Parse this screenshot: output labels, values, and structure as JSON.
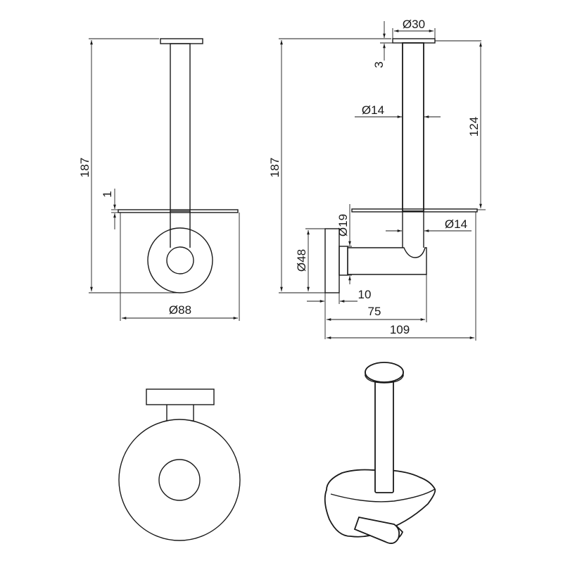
{
  "dimensions": {
    "front_height": "187",
    "front_plate_offset": "1",
    "front_base_diameter": "Ø88",
    "side_height": "187",
    "side_cap_diameter": "Ø30",
    "side_cap_thickness": "3",
    "side_rod_diameter": "Ø14",
    "side_rod_length": "124",
    "side_neck_diameter": "Ø19",
    "side_arm_diameter": "Ø14",
    "side_base_diameter": "Ø48",
    "side_base_thickness": "10",
    "side_arm_depth": "75",
    "side_total_depth": "109"
  }
}
